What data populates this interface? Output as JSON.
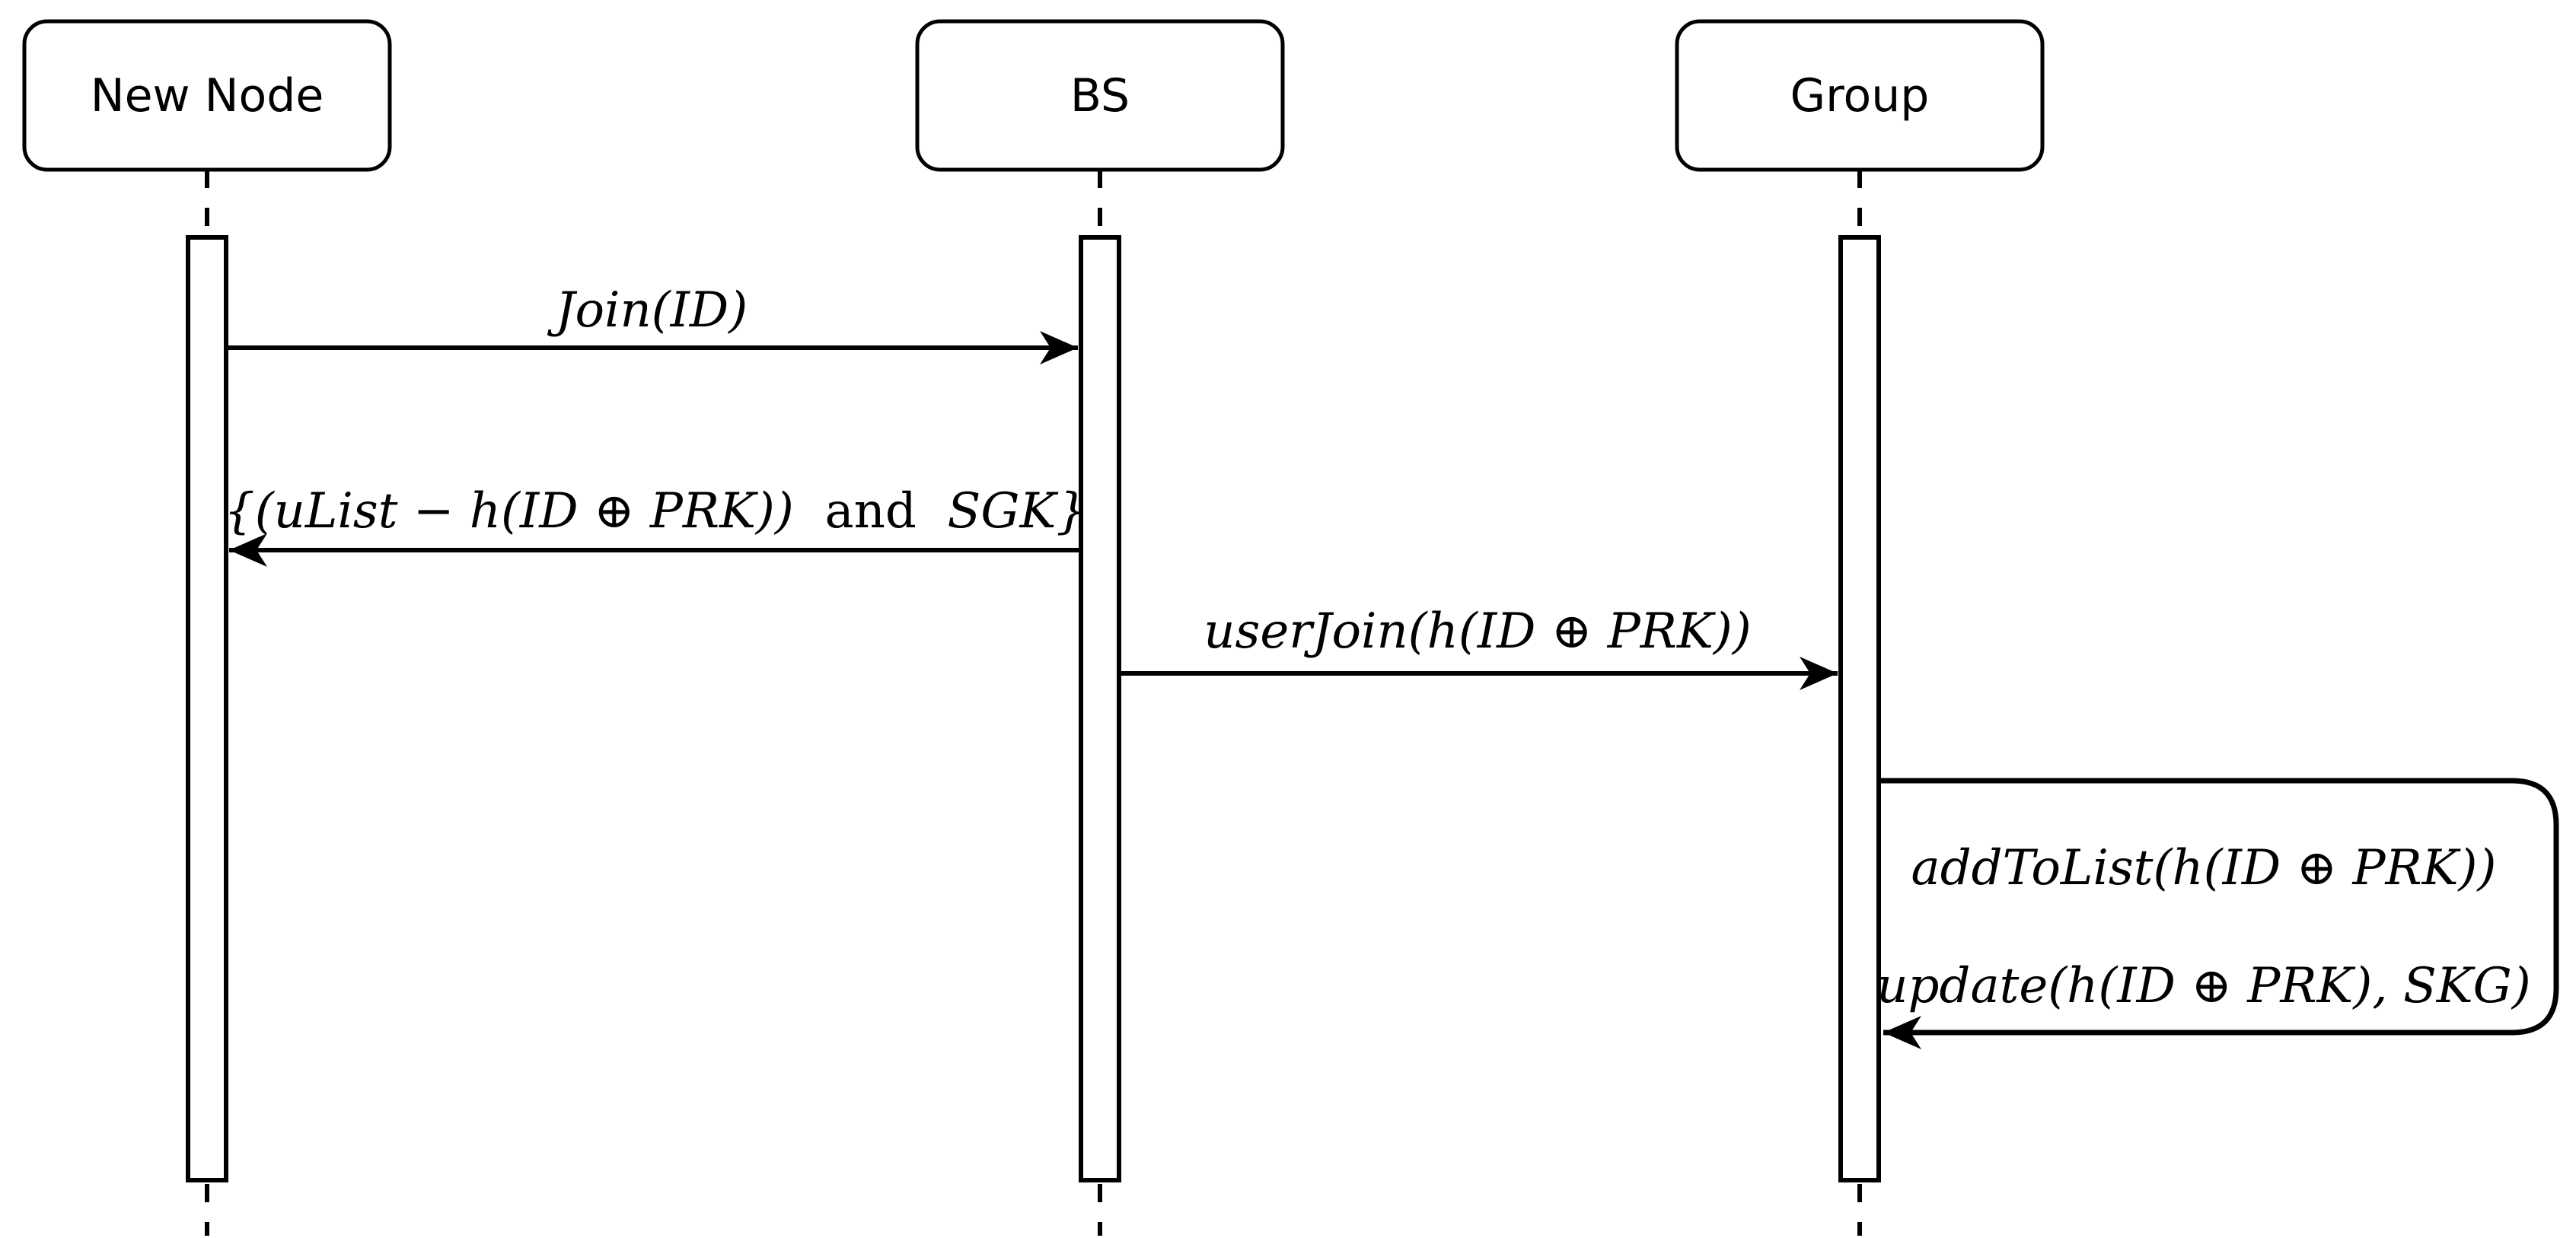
{
  "diagram": {
    "type": "uml-sequence-diagram",
    "colors": {
      "ink": "#000000",
      "paper": "#ffffff"
    },
    "participants": [
      {
        "name": "New Node"
      },
      {
        "name": "BS"
      },
      {
        "name": "Group"
      }
    ],
    "messages": [
      {
        "label": "Join(ID)",
        "from": "New Node",
        "to": "BS",
        "direction": "right"
      },
      {
        "pre": "{(uList − h(ID ⊕ PRK))",
        "conj": "  and  ",
        "post": "SGK}",
        "from": "BS",
        "to": "New Node",
        "direction": "left"
      },
      {
        "label": "userJoin(h(ID ⊕ PRK))",
        "from": "BS",
        "to": "Group",
        "direction": "right"
      },
      {
        "type": "self",
        "line1": "addToList(h(ID ⊕ PRK))",
        "line2": "update(h(ID ⊕ PRK), SKG)",
        "from": "Group",
        "to": "Group",
        "direction": "loop-right-back-left"
      }
    ]
  }
}
